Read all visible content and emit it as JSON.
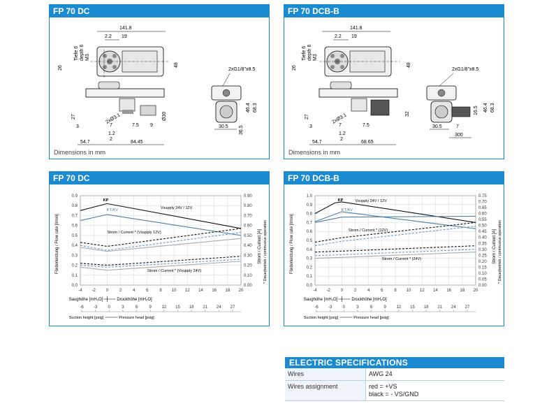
{
  "panels": {
    "dc_dim_title": "FP 70 DC",
    "dcb_dim_title": "FP 70 DCB-B",
    "dc_chart_title": "FP 70 DC",
    "dcb_chart_title": "FP 70 DCB-B",
    "dim_caption": "Dimensions in mm"
  },
  "drawing_dc": {
    "d_141": "141.8",
    "d_22": "2.2",
    "d_19": "19",
    "d_tiefe": "Tiefe 6",
    "d_depth": "depth 6",
    "d_m3": "M3",
    "d_26": "26",
    "d_48": "48",
    "d_port": "2xG1/8\"x8.5",
    "d_68": "68.3",
    "d_464": "46.4",
    "d_365": "36.5",
    "d_305": "30.5",
    "d_27": "27",
    "d_phi31": "2xØ3.1",
    "d_3": "3",
    "d_7": "7",
    "d_75": "7.5",
    "d_9": "9",
    "d_12": "1.2",
    "d_2": "2",
    "d_phi30": "Ø30",
    "d_547": "54.7",
    "d_8445": "84.45"
  },
  "drawing_dcb": {
    "d_141": "141.8",
    "d_22": "2.2",
    "d_19": "19",
    "d_tiefe": "Tiefe 6",
    "d_depth": "depth 6",
    "d_m3": "M3",
    "d_26": "26",
    "d_48": "48",
    "d_port": "2xG1/8\"x8.5",
    "d_68": "68.3",
    "d_464": "46.4",
    "d_165": "16.5",
    "d_305": "30.5",
    "d_7b": "7",
    "d_300": "300",
    "d_27": "27",
    "d_phi31": "2xØ3.1",
    "d_3": "3",
    "d_7": "7",
    "d_75": "7.5",
    "d_32": "32",
    "d_12": "1.2",
    "d_2": "2",
    "d_547": "54.7",
    "d_6865": "68.65"
  },
  "chart_data": [
    {
      "type": "line",
      "x": [
        -4,
        0,
        20
      ],
      "xlabel_ticks": [
        -4,
        -2,
        0,
        2,
        4,
        6,
        8,
        10,
        12,
        14,
        16,
        18,
        20
      ],
      "xlim": [
        -4,
        20
      ],
      "ylim": [
        0,
        0.9
      ],
      "yticks_left": [
        "0.0",
        "0.1",
        "0.2",
        "0.3",
        "0.4",
        "0.5",
        "0.6",
        "0.7",
        "0.8",
        "0.9"
      ],
      "yticks_right": [
        "0.00",
        "0.10",
        "0.20",
        "0.30",
        "0.40",
        "0.50",
        "0.60",
        "0.70",
        "0.80",
        "0.90"
      ],
      "ylabel": "Förderleistung / Flow rate [l/min]",
      "ylabel_right": "Strom / Current [A]",
      "ylabel_right2": "* Dauerbetrieb / continuous operation",
      "xaxis_label_left": "Saughöhe [mH₂O]",
      "xaxis_label_right": "Druckhöhe [mH₂O]",
      "psig_ticks": [
        "-6",
        "-3",
        "0",
        "3",
        "6",
        "9",
        "12",
        "15",
        "18",
        "21",
        "24",
        "27"
      ],
      "psig_label_left": "Suction height [psig]",
      "psig_label_right": "Pressure head [psig]",
      "annotations": {
        "kp": "KP",
        "ktkv": "KT/KV",
        "vsupply": "Vsupply 24V / 12V",
        "current12": "Strom / Current * (Vsupply 12V)",
        "current24": "Strom / Current * (Vsupply 24V)"
      },
      "series": [
        {
          "label": "KP",
          "color": "#111111",
          "dash": "",
          "values": [
            [
              -4,
              0.75
            ],
            [
              0,
              0.82
            ],
            [
              20,
              0.57
            ]
          ]
        },
        {
          "label": "KT/KV",
          "color": "#4a7fa8",
          "dash": "",
          "values": [
            [
              -4,
              0.65
            ],
            [
              0,
              0.71
            ],
            [
              20,
              0.5
            ]
          ]
        },
        {
          "label": "",
          "color": "#111111",
          "dash": "3,2",
          "values": [
            [
              -4,
              0.43
            ],
            [
              0,
              0.39
            ],
            [
              20,
              0.57
            ]
          ]
        },
        {
          "label": "",
          "color": "#6b9cc3",
          "dash": "3,2",
          "values": [
            [
              -4,
              0.4
            ],
            [
              0,
              0.35
            ],
            [
              20,
              0.53
            ]
          ]
        },
        {
          "label": "",
          "color": "#aaaaaa",
          "dash": "",
          "values": [
            [
              -4,
              0.38
            ],
            [
              0,
              0.34
            ],
            [
              20,
              0.47
            ]
          ]
        },
        {
          "label": "",
          "color": "#111111",
          "dash": "3,2",
          "values": [
            [
              -4,
              0.22
            ],
            [
              0,
              0.2
            ],
            [
              20,
              0.29
            ]
          ]
        },
        {
          "label": "",
          "color": "#6b9cc3",
          "dash": "3,2",
          "values": [
            [
              -4,
              0.2
            ],
            [
              0,
              0.18
            ],
            [
              20,
              0.26
            ]
          ]
        },
        {
          "label": "",
          "color": "#aaaaaa",
          "dash": "",
          "values": [
            [
              -4,
              0.18
            ],
            [
              0,
              0.15
            ],
            [
              20,
              0.24
            ]
          ]
        }
      ]
    },
    {
      "type": "line",
      "x": [
        -4,
        0,
        20
      ],
      "xlabel_ticks": [
        -4,
        -2,
        0,
        2,
        4,
        6,
        8,
        10,
        12,
        14,
        16,
        18,
        20
      ],
      "xlim": [
        -4,
        20
      ],
      "ylim": [
        0,
        1.0
      ],
      "yticks_left": [
        "0.0",
        "0.1",
        "0.2",
        "0.3",
        "0.4",
        "0.5",
        "0.6",
        "0.7",
        "0.8",
        "0.9",
        "1.0"
      ],
      "yticks_right": [
        "0.00",
        "0.05",
        "0.10",
        "0.15",
        "0.20",
        "0.25",
        "0.30",
        "0.35",
        "0.40",
        "0.45",
        "0.50",
        "0.55",
        "0.60",
        "0.65",
        "0.70",
        "0.75"
      ],
      "ylabel": "Förderleistung / Flow rate [l/min]",
      "ylabel_right": "Strom / Current [A]",
      "ylabel_right2": "* Dauerbetrieb / continuous operation",
      "xaxis_label_left": "Saughöhe [mH₂O]",
      "xaxis_label_right": "Druckhöhe [mH₂O]",
      "psig_ticks": [
        "-6",
        "-3",
        "0",
        "3",
        "6",
        "9",
        "12",
        "15",
        "18",
        "21",
        "24",
        "27"
      ],
      "psig_label_left": "Suction height [psig]",
      "psig_label_right": "Pressure head [psig]",
      "annotations": {
        "kp": "KP",
        "ktkv": "KT/KV",
        "vsupply": "Vsupply 24V / 12V",
        "current12": "Strom / Current * (12V)",
        "current24": "Strom / Current * (24V)"
      },
      "series": [
        {
          "label": "KP",
          "color": "#111111",
          "dash": "",
          "values": [
            [
              -4,
              0.8
            ],
            [
              -1,
              0.92
            ],
            [
              0,
              0.93
            ],
            [
              20,
              0.7
            ]
          ]
        },
        {
          "label": "KT/KV",
          "color": "#4a7fa8",
          "dash": "",
          "values": [
            [
              -4,
              0.71
            ],
            [
              0,
              0.82
            ],
            [
              20,
              0.63
            ]
          ]
        },
        {
          "label": "",
          "color": "#4a7fa8",
          "dash": "",
          "values": [
            [
              -4,
              0.7
            ],
            [
              0,
              0.76
            ],
            [
              20,
              0.77
            ]
          ]
        },
        {
          "label": "",
          "color": "#111111",
          "dash": "3,2",
          "values": [
            [
              -4,
              0.48
            ],
            [
              0,
              0.53
            ],
            [
              20,
              0.7
            ]
          ]
        },
        {
          "label": "",
          "color": "#6b9cc3",
          "dash": "3,2",
          "values": [
            [
              -4,
              0.44
            ],
            [
              0,
              0.49
            ],
            [
              20,
              0.66
            ]
          ]
        },
        {
          "label": "",
          "color": "#111111",
          "dash": "3,2",
          "values": [
            [
              -4,
              0.37
            ],
            [
              0,
              0.38
            ],
            [
              20,
              0.44
            ]
          ]
        },
        {
          "label": "",
          "color": "#6b9cc3",
          "dash": "3,2",
          "values": [
            [
              -4,
              0.33
            ],
            [
              0,
              0.34
            ],
            [
              20,
              0.4
            ]
          ]
        },
        {
          "label": "",
          "color": "#aaaaaa",
          "dash": "",
          "values": [
            [
              -4,
              0.3
            ],
            [
              0,
              0.31
            ],
            [
              20,
              0.37
            ]
          ]
        }
      ]
    }
  ],
  "specs": {
    "title": "ELECTRIC SPECIFICATIONS",
    "rows": [
      {
        "key": "Wires",
        "values": [
          "AWG 24"
        ]
      },
      {
        "key": "Wires assignment",
        "values": [
          "red = +VS",
          "black = - VS/GND"
        ]
      }
    ]
  },
  "colors": {
    "accent": "#1a8bd0",
    "row_bg": "#eef4f9"
  }
}
